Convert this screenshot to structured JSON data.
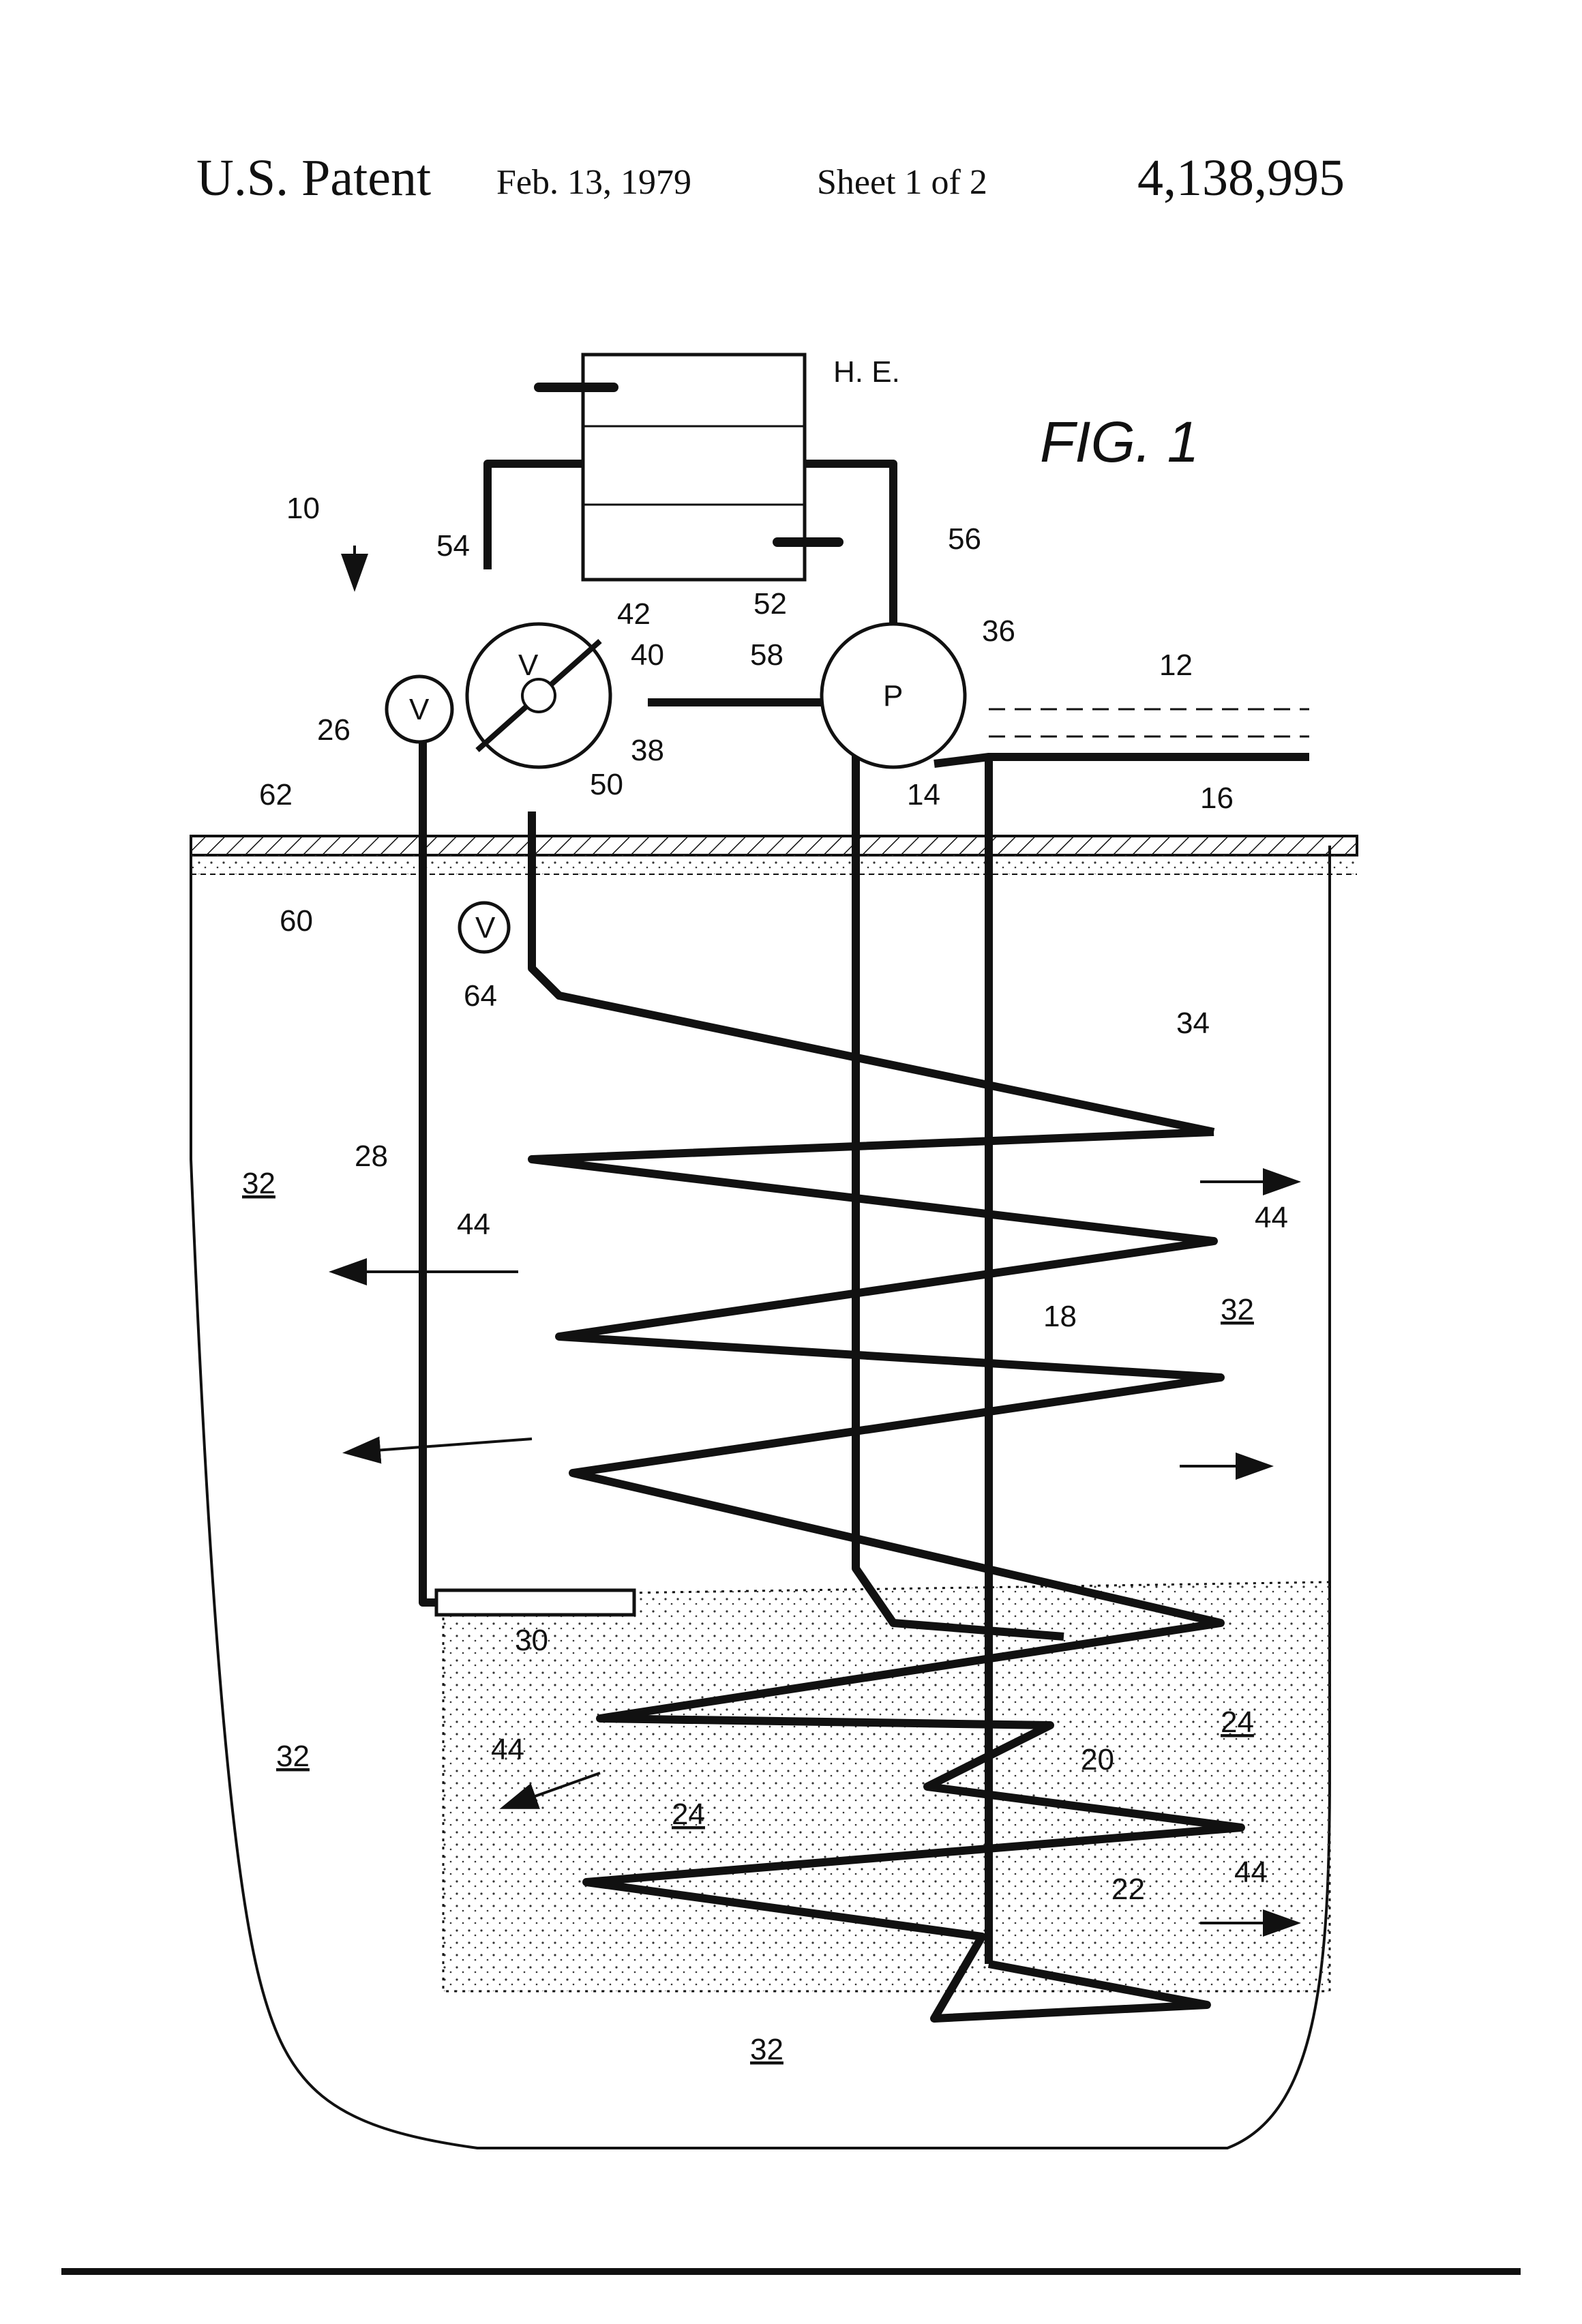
{
  "header": {
    "office": "U.S. Patent",
    "date": "Feb. 13, 1979",
    "sheet": "Sheet 1 of 2",
    "patent_number": "4,138,995"
  },
  "figure": {
    "title": "FIG. 1",
    "labels": {
      "he": "H. E.",
      "pump": "P",
      "valve": "V",
      "r10": "10",
      "r12": "12",
      "r14": "14",
      "r16": "16",
      "r18": "18",
      "r20": "20",
      "r22": "22",
      "r24": "24",
      "r26": "26",
      "r28": "28",
      "r30": "30",
      "r32": "32",
      "r34": "34",
      "r36": "36",
      "r38": "38",
      "r40": "40",
      "r42": "42",
      "r44": "44",
      "r50": "50",
      "r52": "52",
      "r54": "54",
      "r56": "56",
      "r58": "58",
      "r60": "60",
      "r62": "62",
      "r64": "64"
    }
  }
}
